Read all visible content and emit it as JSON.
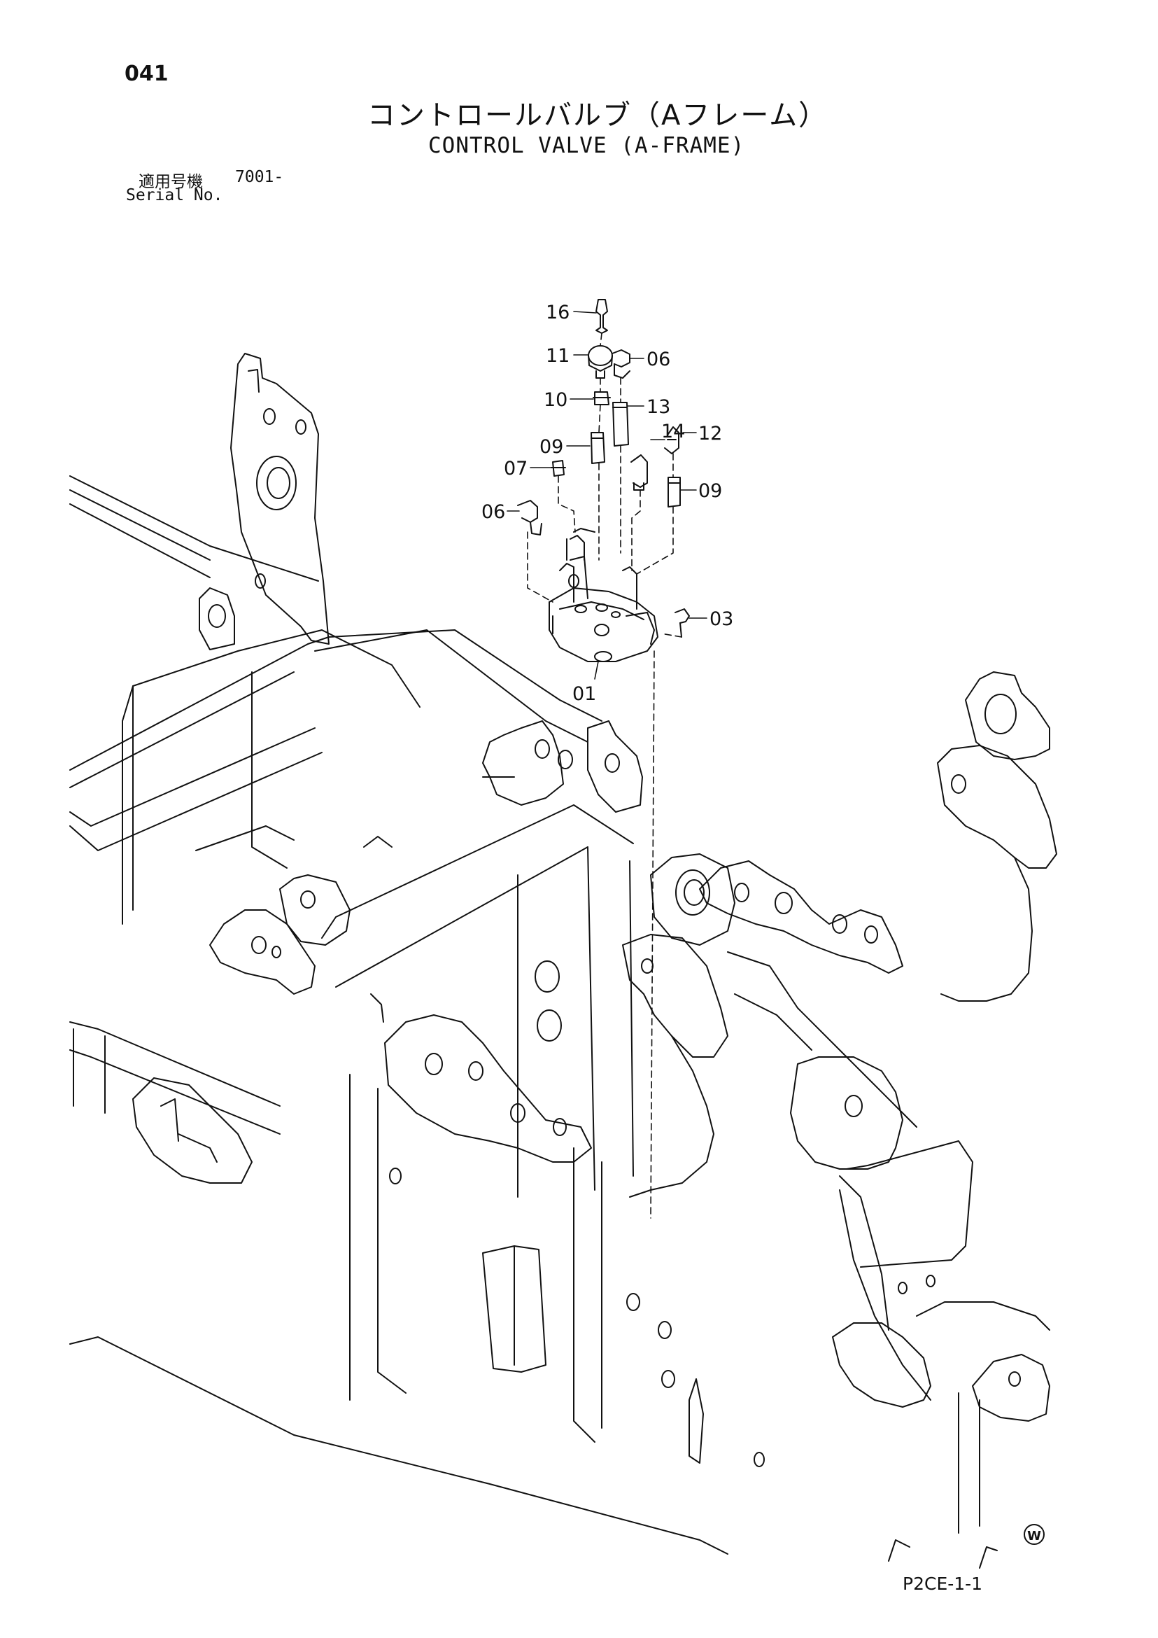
{
  "header": {
    "page_number": "041",
    "title_jp": "コントロールバルブ（Aフレーム）",
    "title_en": "CONTROL VALVE (A-FRAME)",
    "serial_label_jp": "適用号機",
    "serial_value": "7001-",
    "serial_label_en": "Serial No."
  },
  "callouts": [
    {
      "id": "16",
      "label": "16"
    },
    {
      "id": "11",
      "label": "11"
    },
    {
      "id": "06a",
      "label": "06"
    },
    {
      "id": "10",
      "label": "10"
    },
    {
      "id": "13",
      "label": "13"
    },
    {
      "id": "14",
      "label": "14"
    },
    {
      "id": "12",
      "label": "12"
    },
    {
      "id": "09a",
      "label": "09"
    },
    {
      "id": "07",
      "label": "07"
    },
    {
      "id": "09b",
      "label": "09"
    },
    {
      "id": "06b",
      "label": "06"
    },
    {
      "id": "03",
      "label": "03"
    },
    {
      "id": "01",
      "label": "01"
    }
  ],
  "footer": {
    "drawing_code": "P2CE-1-1",
    "mark": "W"
  }
}
